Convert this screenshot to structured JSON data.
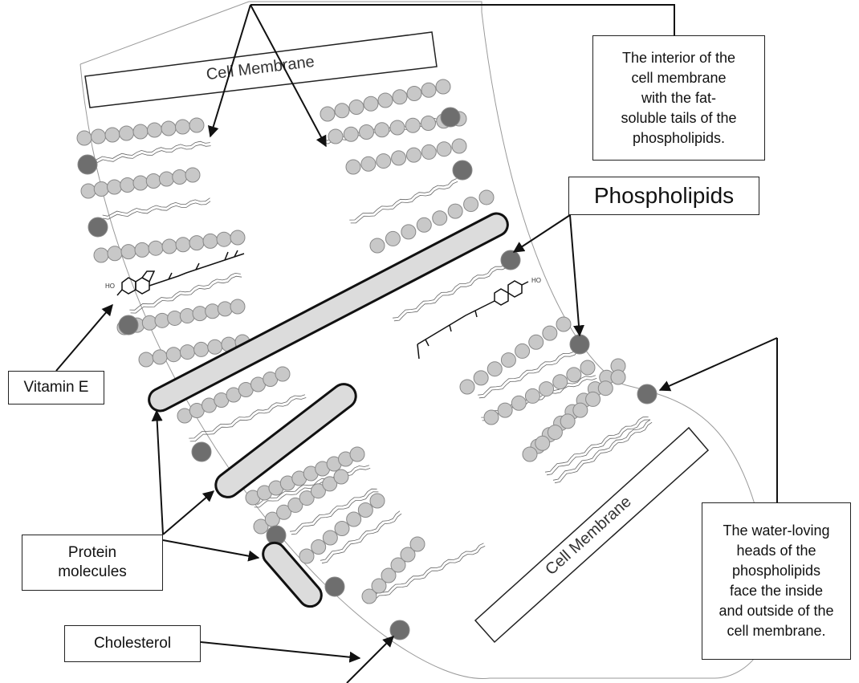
{
  "figure": {
    "membrane_title_top": "Cell Membrane",
    "membrane_title_bottom": "Cell Membrane"
  },
  "callouts": {
    "interior": "The interior of the\ncell membrane\nwith the fat-\nsoluble tails of the\nphospholipids.",
    "phospholipids": "Phospholipids",
    "vitamin_e": "Vitamin E",
    "protein": "Protein\nmolecules",
    "cholesterol": "Cholesterol",
    "heads": "The water-loving\nheads of the\nphospholipids\nface the inside\nand outside of the\ncell membrane."
  },
  "molecule_labels": {
    "ho_left": "HO",
    "ho_right": "HO"
  },
  "colors": {
    "head_light": "#c8c8c8",
    "head_dark": "#6e6e6e",
    "protein_fill": "#dcdcdc",
    "line": "#222222"
  }
}
